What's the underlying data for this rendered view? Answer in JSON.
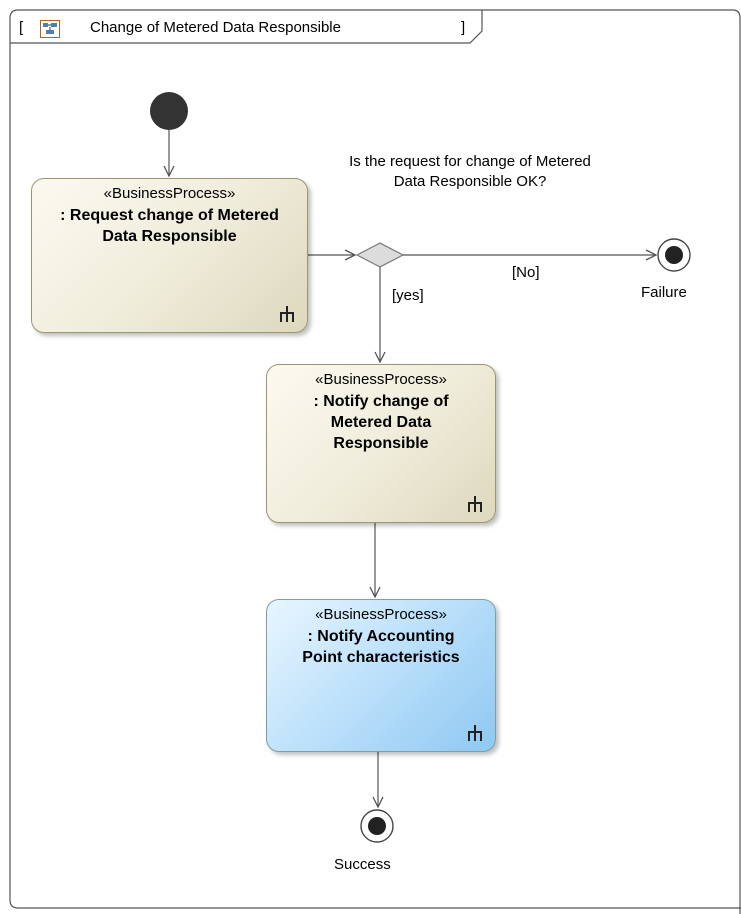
{
  "frame": {
    "title": "Change of Metered Data Responsible",
    "bracket_open": "[",
    "bracket_close": "]",
    "icon": "activity-diagram-icon"
  },
  "nodes": {
    "request": {
      "stereotype": "«BusinessProcess»",
      "name": ": Request change of Metered Data Responsible",
      "icon": "rake-icon"
    },
    "notify_mdr": {
      "stereotype": "«BusinessProcess»",
      "name": ": Notify change of Metered Data Responsible",
      "icon": "rake-icon"
    },
    "notify_ap": {
      "stereotype": "«BusinessProcess»",
      "name": ": Notify Accounting Point characteristics",
      "icon": "rake-icon",
      "color": "#bfe2fb"
    }
  },
  "decision": {
    "question": "Is the request for change of Metered Data Responsible OK?",
    "guard_no": "[No]",
    "guard_yes": "[yes]"
  },
  "final_nodes": {
    "failure": "Failure",
    "success": "Success"
  }
}
